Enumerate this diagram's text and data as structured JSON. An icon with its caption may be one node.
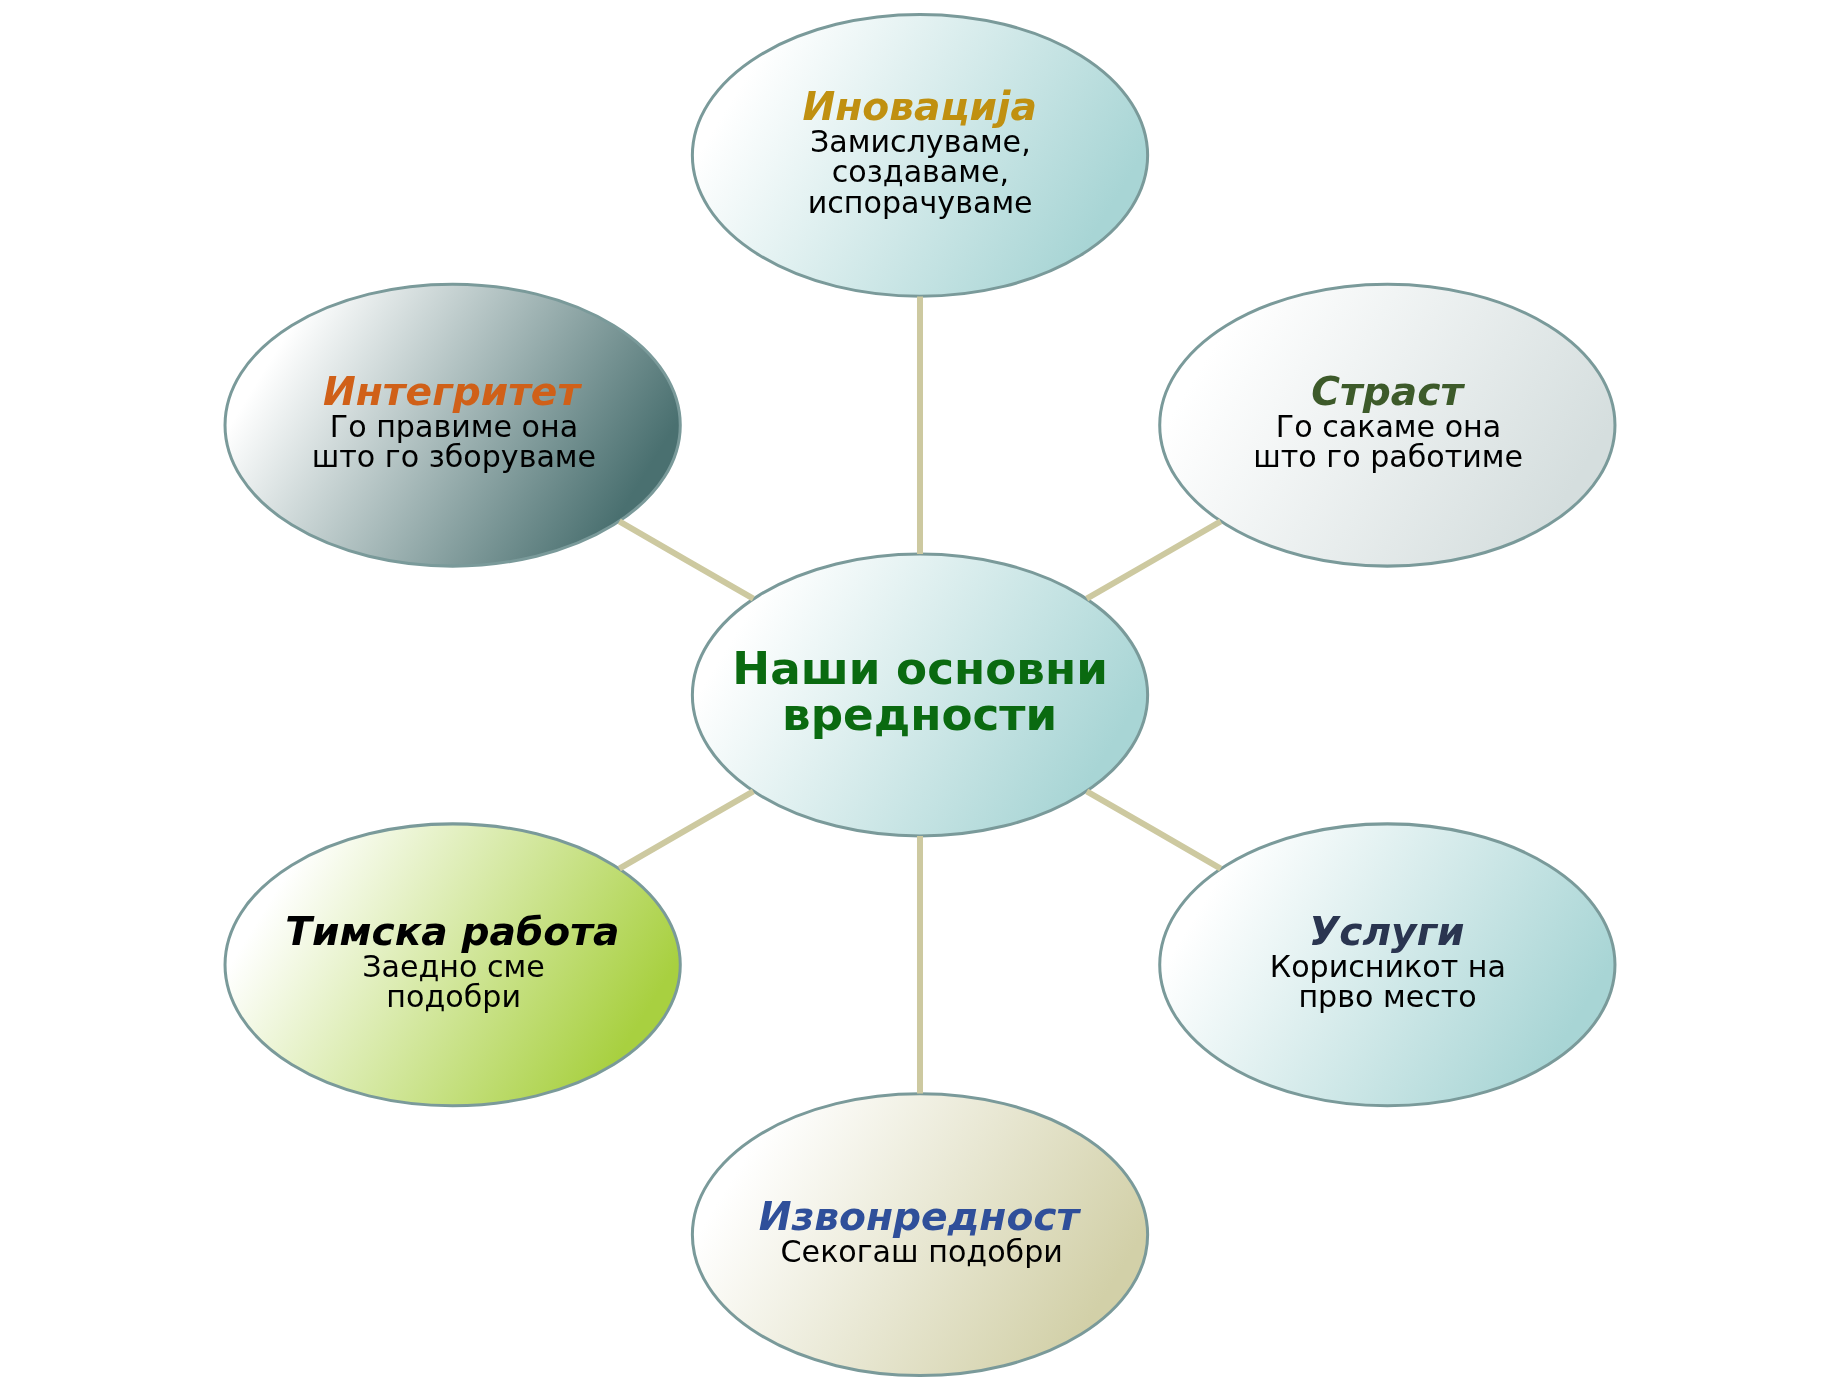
{
  "diagram": {
    "nodes": [
      {
        "text": [
          "Страст",
          "Го сакаме она што го работиме"
        ]
      },
      {
        "text": [
          "Иновација",
          "Замислуваме, создаваме, испорачуваме"
        ]
      },
      {
        "text": [
          "Интегритет",
          "Го правиме она што го зборуваме"
        ]
      },
      {
        "text": [
          "Наши основни вредности"
        ]
      },
      {
        "text": [
          "Тимска работа",
          "Заедно сме подобри"
        ]
      },
      {
        "text": [
          "Извонредност",
          "Секогаш подобри"
        ]
      },
      {
        "text": [
          "Услуги",
          "Корисникот на прво место"
        ]
      }
    ],
    "edges": [
      {
        "from": 3,
        "to": 0,
        "arrow": "none"
      },
      {
        "from": 3,
        "to": 2,
        "arrow": "none"
      },
      {
        "from": 3,
        "to": 5,
        "arrow": "none"
      },
      {
        "from": 3,
        "to": 6,
        "arrow": "none"
      },
      {
        "from": 3,
        "to": 4,
        "arrow": "none"
      },
      {
        "from": 3,
        "to": 1,
        "arrow": "none"
      }
    ]
  }
}
